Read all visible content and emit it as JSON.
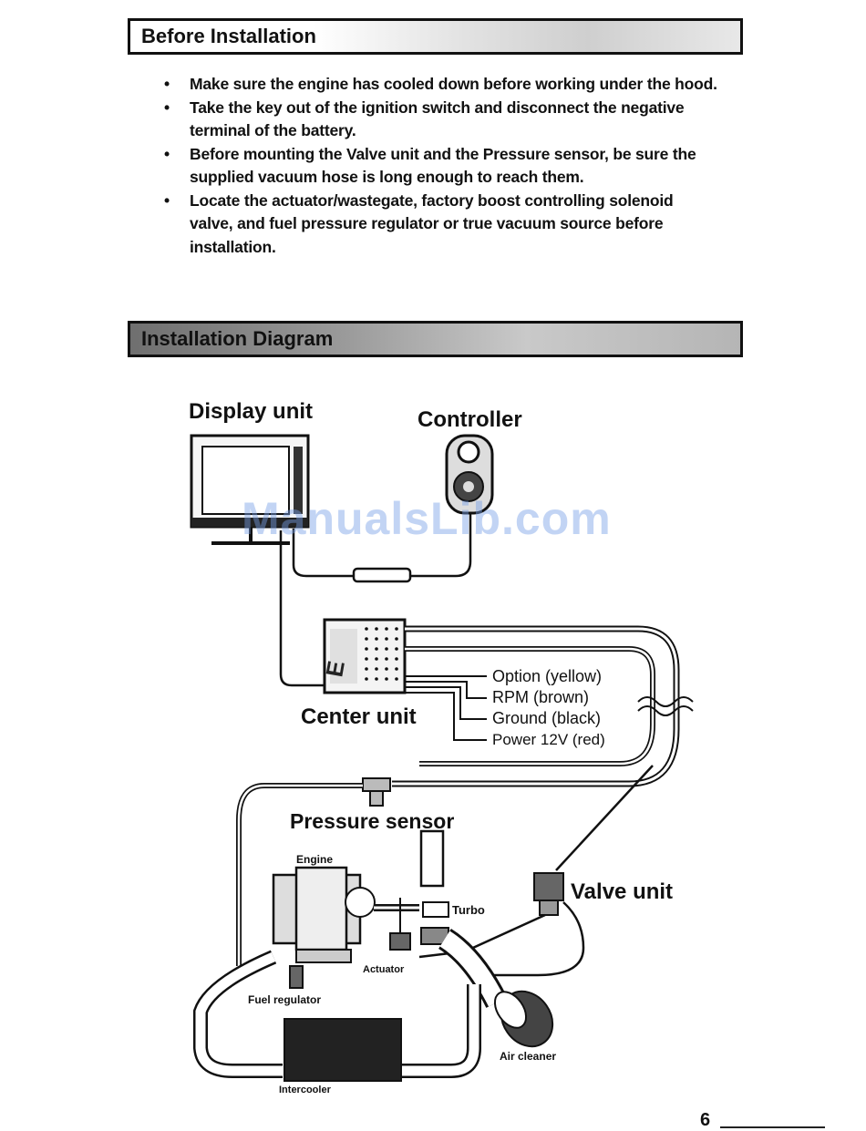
{
  "sections": {
    "before_title": "Before Installation",
    "diagram_title": "Installation Diagram"
  },
  "bullets": [
    "Make sure the engine has cooled down before working under the hood.",
    "Take the key out of the ignition switch and disconnect the negative terminal of the battery.",
    "Before mounting the Valve unit and the Pressure sensor, be sure the supplied vacuum hose is long enough to reach them.",
    "Locate the actuator/wastegate, factory boost controlling solenoid valve, and fuel pressure regulator or true vacuum source before installation."
  ],
  "diagram": {
    "display_unit": "Display unit",
    "controller": "Controller",
    "center_unit": "Center unit",
    "wires": {
      "option": "Option (yellow)",
      "rpm": "RPM (brown)",
      "ground": "Ground (black)",
      "power": "Power 12V (red)"
    },
    "pressure_sensor": "Pressure sensor",
    "engine": "Engine",
    "turbo": "Turbo",
    "actuator": "Actuator",
    "valve_unit": "Valve unit",
    "fuel_regulator": "Fuel regulator",
    "intercooler": "Intercooler",
    "air_cleaner": "Air cleaner"
  },
  "watermark": "ManualsLib.com",
  "page_number": "6"
}
